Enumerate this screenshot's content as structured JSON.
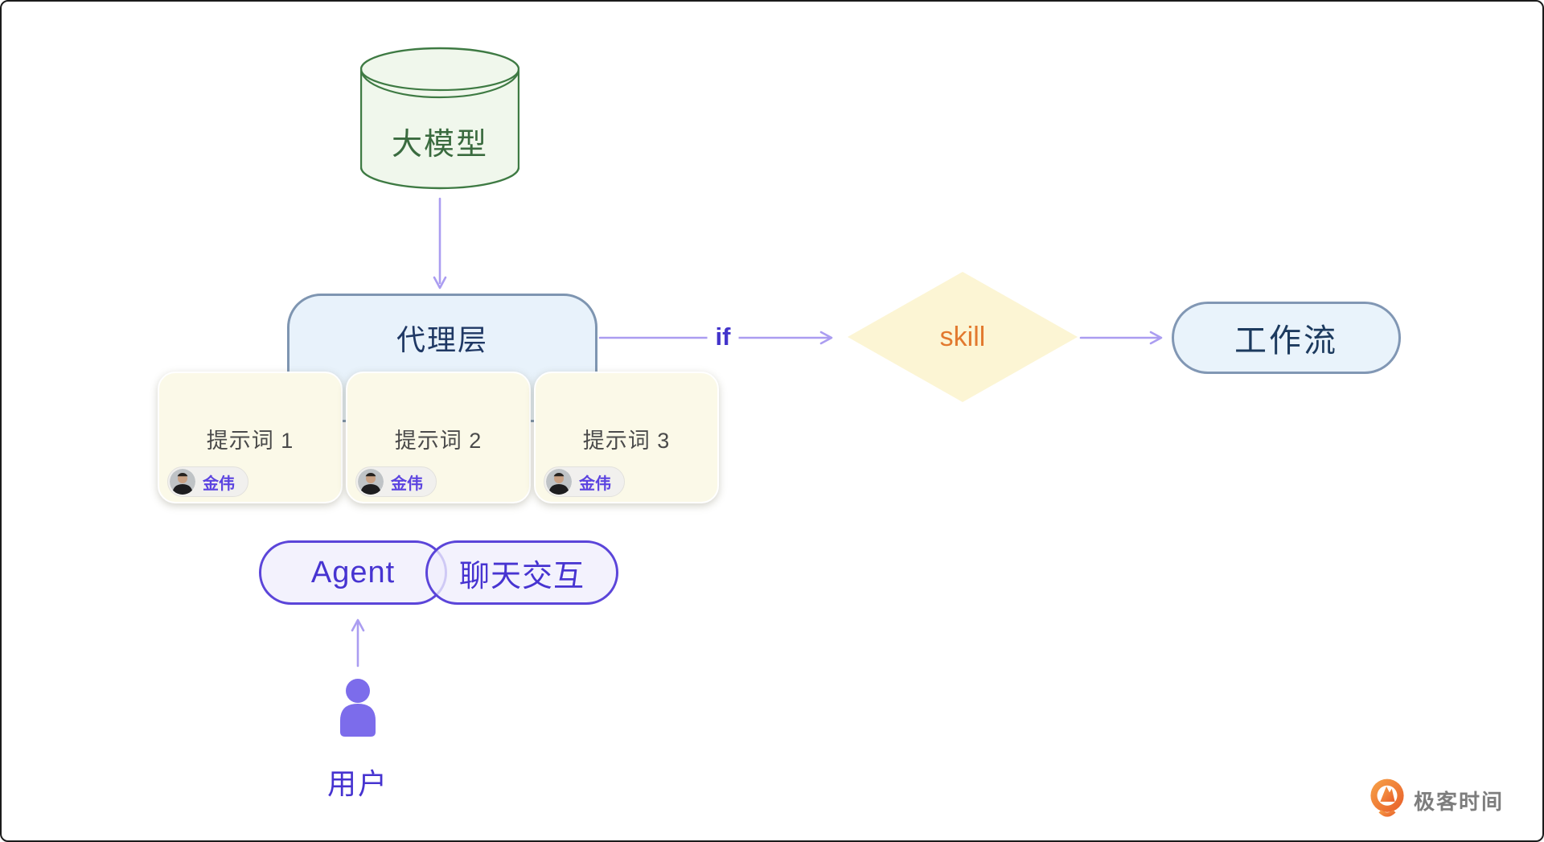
{
  "nodes": {
    "model": {
      "label": "大模型",
      "fill": "#f0f7ec",
      "stroke": "#3e7a43",
      "text_color": "#3a6b3f"
    },
    "agent_layer": {
      "label": "代理层",
      "fill": "#e8f2fb",
      "stroke": "#7e95b1",
      "text_color": "#1f3864"
    },
    "prompts": {
      "cards": [
        {
          "title": "提示词 1",
          "owner": "金伟"
        },
        {
          "title": "提示词 2",
          "owner": "金伟"
        },
        {
          "title": "提示词 3",
          "owner": "金伟"
        }
      ],
      "fill": "#fbf9e8",
      "title_color": "#4a4a4a",
      "owner_color": "#5b43e0",
      "badge_fill": "#f1f0ee"
    },
    "condition": {
      "label": "if",
      "color": "#4334cb"
    },
    "skill": {
      "label": "skill",
      "fill": "#fcf5d4",
      "text_color": "#e2792e"
    },
    "workflow": {
      "label": "工作流",
      "fill": "#e9f3fb",
      "stroke": "#8197b4",
      "text_color": "#1c3a5e"
    },
    "agent": {
      "label": "Agent",
      "fill": "rgba(240,238,252,0.78)",
      "stroke": "#5b45d9",
      "text_color": "#4734d1"
    },
    "chat": {
      "label": "聊天交互",
      "fill": "rgba(240,238,252,0.78)",
      "stroke": "#5b45d9",
      "text_color": "#4734d1"
    },
    "user": {
      "label": "用户",
      "text_color": "#4633d0",
      "icon_color": "#7c6ceb"
    }
  },
  "arrows": {
    "color": "#ab9df1"
  },
  "branding": {
    "logo_text": "极客时间",
    "logo_text_color": "#7d7d7d",
    "logo_orange_light": "#f7a348",
    "logo_orange_dark": "#e85d2a"
  }
}
